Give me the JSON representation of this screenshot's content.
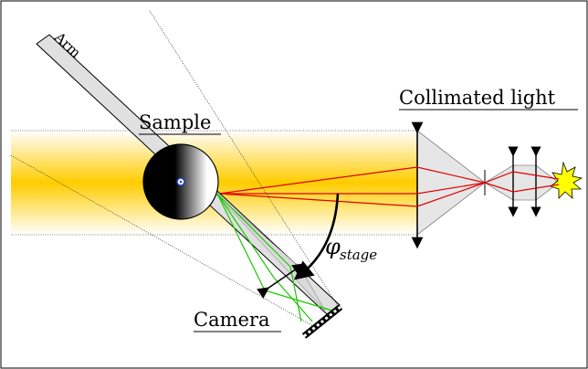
{
  "labels": {
    "collimated_light": "Collimated light",
    "sample": "Sample",
    "camera": "Camera",
    "arm": "Arm",
    "phi_main": "φ",
    "phi_sub": "stage"
  },
  "colors": {
    "beam": "#ffd21a",
    "ray_red": "#e00000",
    "ray_green": "#19c800",
    "arm_fill": "#e0e0e0",
    "source": "#ffff00"
  }
}
